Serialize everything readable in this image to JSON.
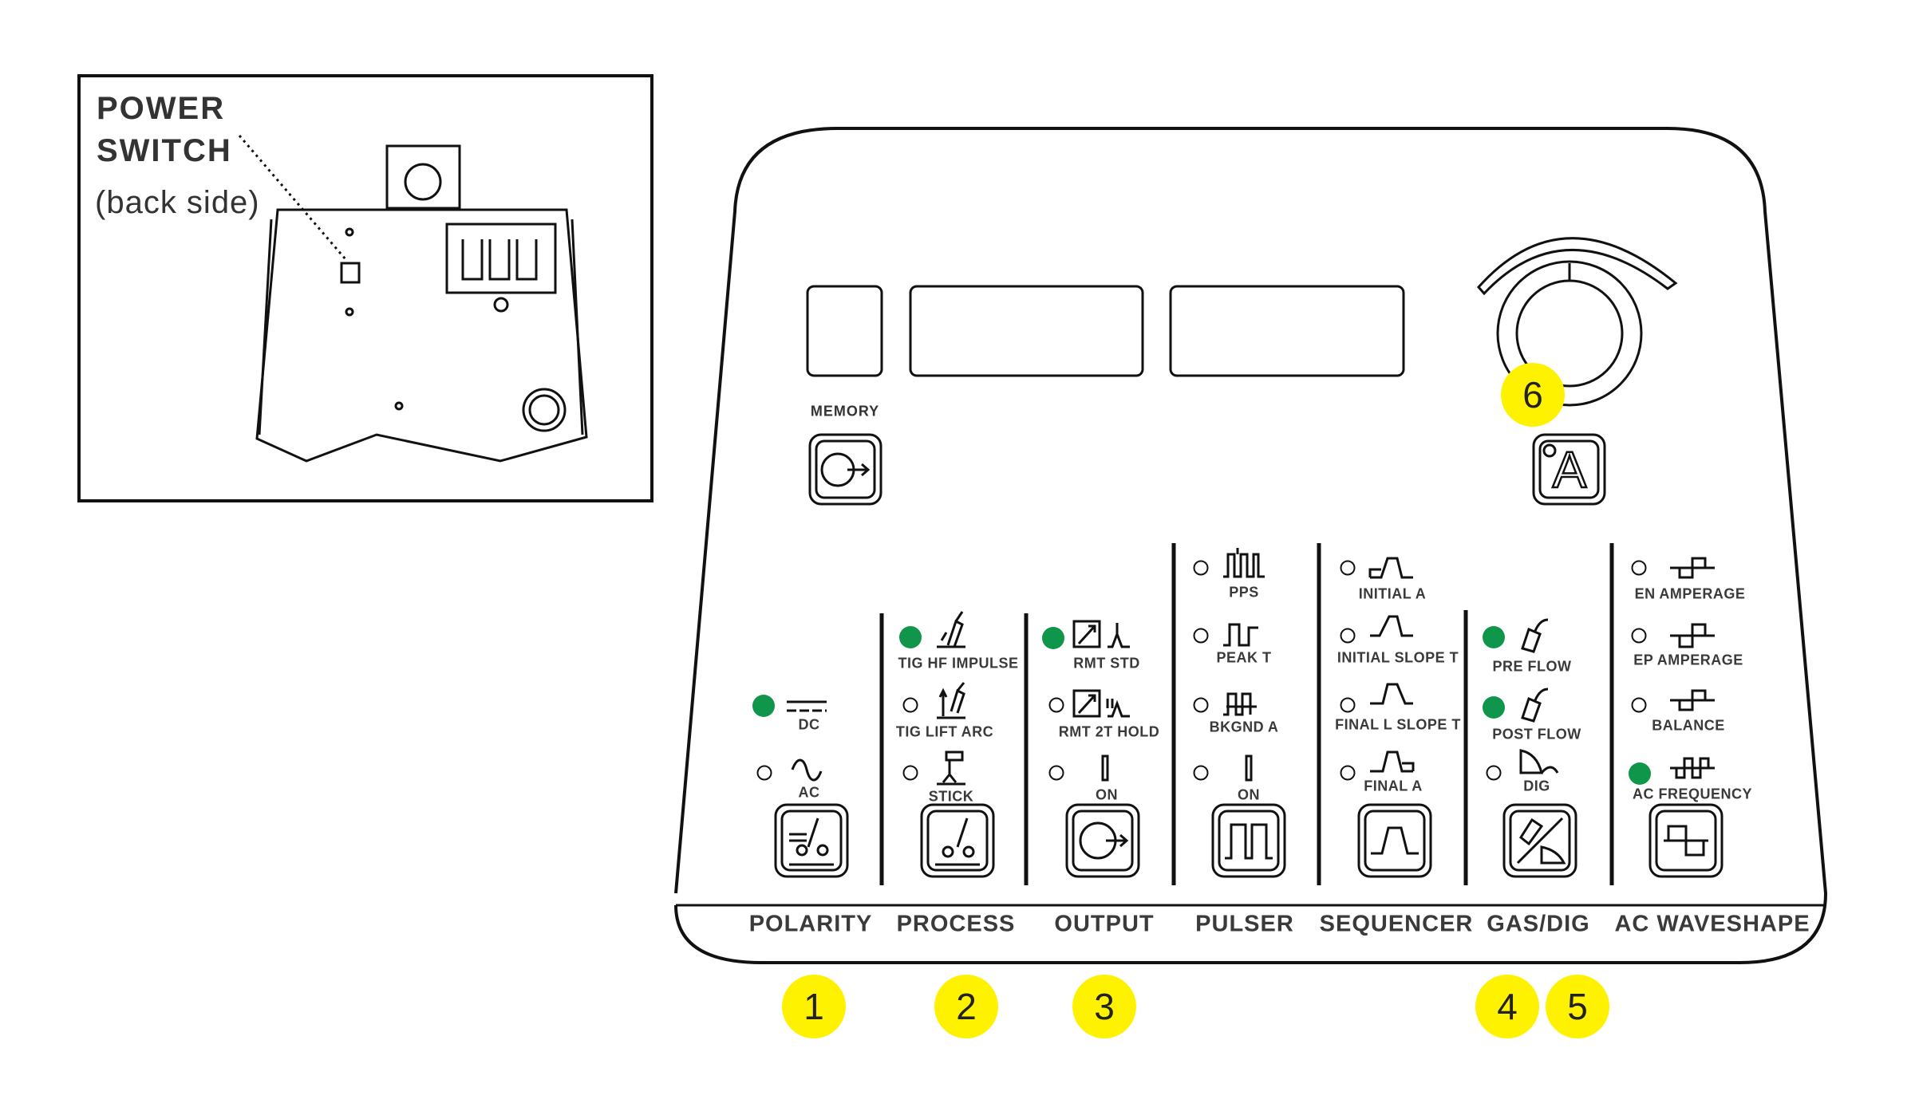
{
  "inset": {
    "title_line1": "POWER",
    "title_line2": "SWITCH",
    "subtitle": "(back side)"
  },
  "panel": {
    "memory_label": "MEMORY",
    "amp_button_glyph": "A",
    "sections": {
      "polarity": {
        "title": "POLARITY",
        "items": [
          {
            "label": "DC",
            "active": true
          },
          {
            "label": "AC",
            "active": false
          }
        ]
      },
      "process": {
        "title": "PROCESS",
        "items": [
          {
            "label": "TIG HF IMPULSE",
            "active": true
          },
          {
            "label": "TIG LIFT ARC",
            "active": false
          },
          {
            "label": "STICK",
            "active": false
          }
        ]
      },
      "output": {
        "title": "OUTPUT",
        "items": [
          {
            "label": "RMT STD",
            "active": true
          },
          {
            "label": "RMT 2T HOLD",
            "active": false
          },
          {
            "label": "ON",
            "active": false
          }
        ]
      },
      "pulser": {
        "title": "PULSER",
        "items": [
          {
            "label": "PPS",
            "active": false
          },
          {
            "label": "PEAK T",
            "active": false
          },
          {
            "label": "BKGND A",
            "active": false
          },
          {
            "label": "ON",
            "active": false
          }
        ]
      },
      "sequencer": {
        "title": "SEQUENCER",
        "items": [
          {
            "label": "INITIAL A",
            "active": false
          },
          {
            "label": "INITIAL SLOPE T",
            "active": false
          },
          {
            "label": "FINAL L SLOPE T",
            "active": false
          },
          {
            "label": "FINAL A",
            "active": false
          }
        ]
      },
      "gasdig": {
        "title": "GAS/DIG",
        "items": [
          {
            "label": "PRE FLOW",
            "active": true
          },
          {
            "label": "POST FLOW",
            "active": true
          },
          {
            "label": "DIG",
            "active": false
          }
        ]
      },
      "acwave": {
        "title": "AC WAVESHAPE",
        "items": [
          {
            "label": "EN AMPERAGE",
            "active": false
          },
          {
            "label": "EP AMPERAGE",
            "active": false
          },
          {
            "label": "BALANCE",
            "active": false
          },
          {
            "label": "AC FREQUENCY",
            "active": true
          }
        ]
      }
    }
  },
  "callouts": [
    "1",
    "2",
    "3",
    "4",
    "5",
    "6"
  ],
  "colors": {
    "led_on": "#10964a",
    "callout": "#fff200",
    "text": "#3a3a3a"
  }
}
